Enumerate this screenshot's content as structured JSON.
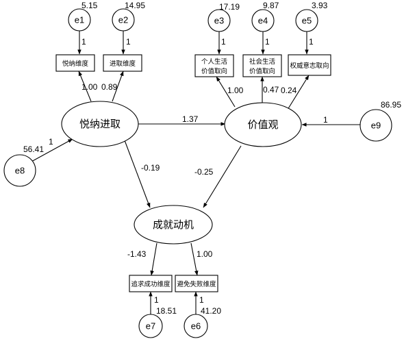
{
  "errors": {
    "e1": {
      "label": "e1",
      "variance": "5.15",
      "path": "1"
    },
    "e2": {
      "label": "e2",
      "variance": "14.95",
      "path": "1"
    },
    "e3": {
      "label": "e3",
      "variance": "17.19",
      "path": "1"
    },
    "e4": {
      "label": "e4",
      "variance": "9.87",
      "path": "1"
    },
    "e5": {
      "label": "e5",
      "variance": "3.93",
      "path": "1"
    },
    "e6": {
      "label": "e6",
      "variance": "41.20",
      "path": "1"
    },
    "e7": {
      "label": "e7",
      "variance": "18.51",
      "path": "1"
    },
    "e8": {
      "label": "e8",
      "variance": "56.41",
      "path": "1"
    },
    "e9": {
      "label": "e9",
      "variance": "86.95",
      "path": "1"
    }
  },
  "latents": {
    "yuena": "悦纳进取",
    "jiazhi": "价值观",
    "chengjiu": "成就动机"
  },
  "observed": {
    "o1": "悦纳维度",
    "o2": "进取维度",
    "o3": [
      "个人生活",
      "价值取向"
    ],
    "o4": [
      "社会生活",
      "价值取向"
    ],
    "o5": "权威意志取向",
    "o6": "追求成功维度",
    "o7": "避免失败维度"
  },
  "loadings": {
    "yuena_o1": "1.00",
    "yuena_o2": "0.89",
    "jiazhi_o3": "1.00",
    "jiazhi_o4": "0.47",
    "jiazhi_o5": "0.24",
    "chengjiu_o6": "-1.43",
    "chengjiu_o7": "1.00"
  },
  "structural": {
    "yuena_to_jiazhi": "1.37",
    "yuena_to_chengjiu": "-0.19",
    "jiazhi_to_chengjiu": "-0.25"
  }
}
